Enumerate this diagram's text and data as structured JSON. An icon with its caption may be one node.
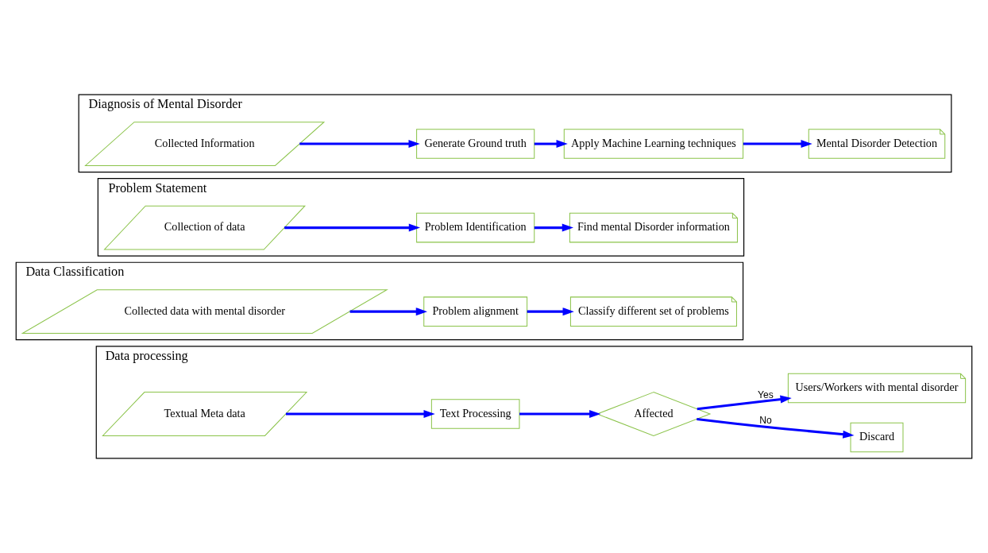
{
  "diagram": {
    "nodes": [
      {
        "text": [
          "Data processing"
        ]
      },
      {
        "text": [
          "Textual Meta data"
        ],
        "in": 0
      },
      {
        "text": [
          "Text Processing"
        ],
        "in": 0
      },
      {
        "text": [
          "Affected"
        ],
        "in": 0
      },
      {
        "text": [
          "Discard"
        ],
        "in": 0
      },
      {
        "text": [
          "Users/Workers with mental disorder"
        ],
        "in": 0
      },
      {
        "text": [
          "Data Classification"
        ]
      },
      {
        "text": [
          "Collected data with mental disorder"
        ],
        "in": 6
      },
      {
        "text": [
          "Problem alignment"
        ],
        "in": 6
      },
      {
        "text": [
          "Classify different set of problems"
        ],
        "in": 6
      },
      {
        "text": [
          "Problem Statement"
        ]
      },
      {
        "text": [
          "Collection of data"
        ],
        "in": 10
      },
      {
        "text": [
          "Problem Identification"
        ],
        "in": 10
      },
      {
        "text": [
          "Find mental Disorder information"
        ],
        "in": 10
      },
      {
        "text": [
          "Diagnosis of Mental Disorder"
        ]
      },
      {
        "text": [
          "Collected Information"
        ],
        "in": 14
      },
      {
        "text": [
          "Generate Ground truth"
        ],
        "in": 14
      },
      {
        "text": [
          "Apply Machine Learning techniques"
        ],
        "in": 14
      },
      {
        "text": [
          "Mental Disorder Detection"
        ],
        "in": 14
      }
    ],
    "edges": [
      {
        "from": 1,
        "to": 2,
        "arrow": "to"
      },
      {
        "from": 2,
        "to": 3,
        "arrow": "to"
      },
      {
        "from": 3,
        "to": 4,
        "arrow": "to",
        "label": "No"
      },
      {
        "from": 3,
        "to": 5,
        "arrow": "to",
        "label": "Yes"
      },
      {
        "from": 7,
        "to": 8,
        "arrow": "to"
      },
      {
        "from": 8,
        "to": 9,
        "arrow": "to"
      },
      {
        "from": 11,
        "to": 12,
        "arrow": "to"
      },
      {
        "from": 12,
        "to": 13,
        "arrow": "to"
      },
      {
        "from": 15,
        "to": 16,
        "arrow": "to"
      },
      {
        "from": 16,
        "to": 17,
        "arrow": "to"
      },
      {
        "from": 17,
        "to": 18,
        "arrow": "to"
      }
    ]
  }
}
